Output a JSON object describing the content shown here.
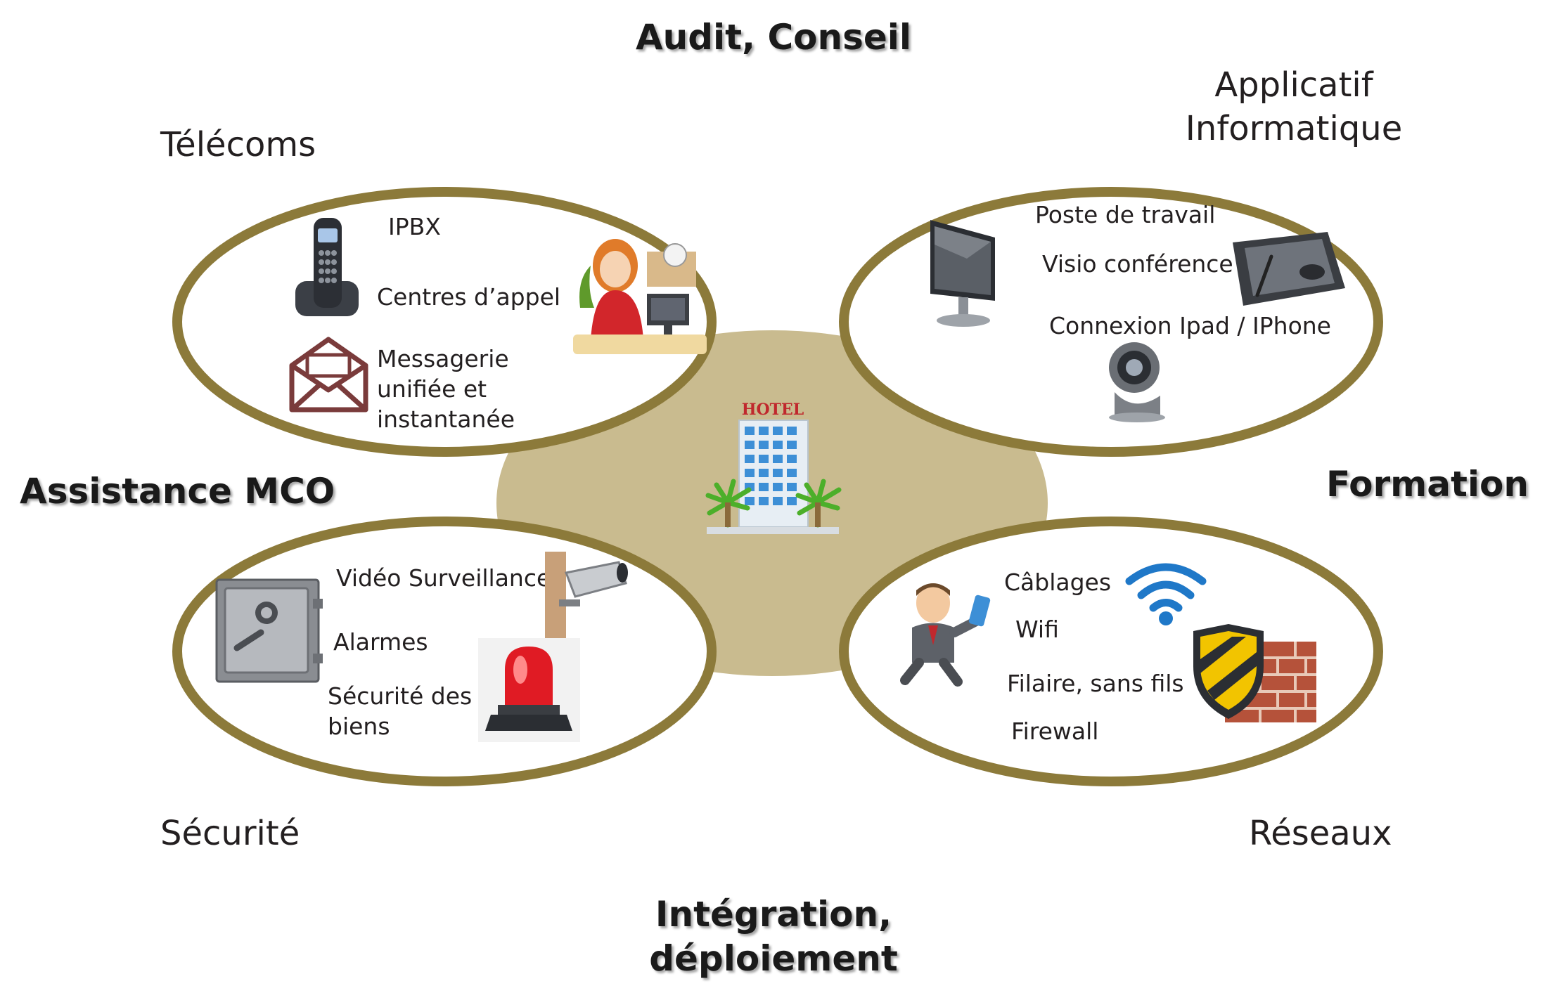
{
  "actions": {
    "top": "Audit, Conseil",
    "left": "Assistance MCO",
    "right": "Formation",
    "bottom_line1": "Intégration,",
    "bottom_line2": "déploiement"
  },
  "center": {
    "sign": "HOTEL",
    "icon": "hotel-building-icon"
  },
  "colors": {
    "ring": "#8c7a3a",
    "center_disc": "#c9bb8f",
    "text": "#231f20"
  },
  "domains": {
    "telecoms": {
      "title": "Télécoms",
      "items": [
        "IPBX",
        "Centres d’appel",
        "Messagerie",
        "unifiée et",
        "instantanée"
      ],
      "icons": [
        "cordless-phone-icon",
        "envelope-icon",
        "receptionist-icon"
      ]
    },
    "applicatif": {
      "title_line1": "Applicatif",
      "title_line2": "Informatique",
      "items": [
        "Poste de travail",
        "Visio conférence",
        "Connexion Ipad / IPhone"
      ],
      "icons": [
        "monitor-icon",
        "drawing-tablet-icon",
        "webcam-icon"
      ]
    },
    "securite": {
      "title": "Sécurité",
      "items": [
        "Vidéo Surveillance",
        "Alarmes",
        "Sécurité des",
        "biens"
      ],
      "icons": [
        "safe-icon",
        "security-camera-icon",
        "alarm-light-icon"
      ]
    },
    "reseaux": {
      "title": "Réseaux",
      "items": [
        "Câblages",
        "Wifi",
        "Filaire, sans fils",
        "Firewall"
      ],
      "icons": [
        "businessman-icon",
        "wifi-icon",
        "firewall-shield-icon"
      ]
    }
  }
}
